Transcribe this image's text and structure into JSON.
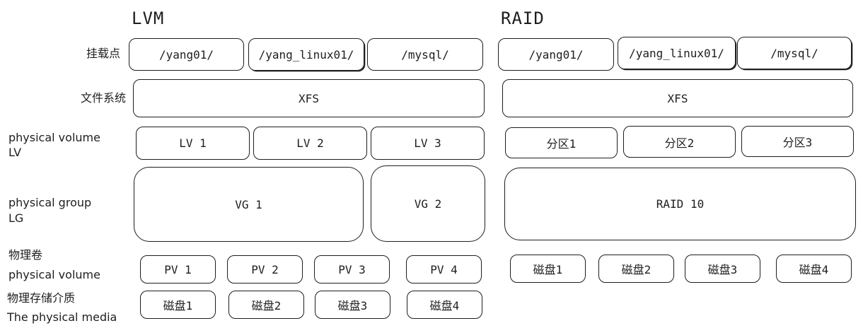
{
  "lvm": {
    "title": "LVM",
    "labels": {
      "mount": "挂载点",
      "fs": "文件系统",
      "lv_line1": "physical volume",
      "lv_line2": "LV",
      "vg_line1": "physical group",
      "vg_line2": "LG",
      "pv_line1": "物理卷",
      "pv_line2": "physical volume",
      "media_line1": "物理存储介质",
      "media_line2": "The physical media"
    },
    "mounts": [
      "/yang01/",
      "/yang_linux01/",
      "/mysql/"
    ],
    "filesystem": "XFS",
    "lvs": [
      "LV 1",
      "LV 2",
      "LV 3"
    ],
    "vgs": [
      "VG 1",
      "VG 2"
    ],
    "pvs": [
      "PV 1",
      "PV 2",
      "PV 3",
      "PV 4"
    ],
    "disks": [
      "磁盘1",
      "磁盘2",
      "磁盘3",
      "磁盘4"
    ]
  },
  "raid": {
    "title": "RAID",
    "mounts": [
      "/yang01/",
      "/yang_linux01/",
      "/mysql/"
    ],
    "filesystem": "XFS",
    "partitions": [
      "分区1",
      "分区2",
      "分区3"
    ],
    "array": "RAID 10",
    "disks": [
      "磁盘1",
      "磁盘2",
      "磁盘3",
      "磁盘4"
    ]
  }
}
